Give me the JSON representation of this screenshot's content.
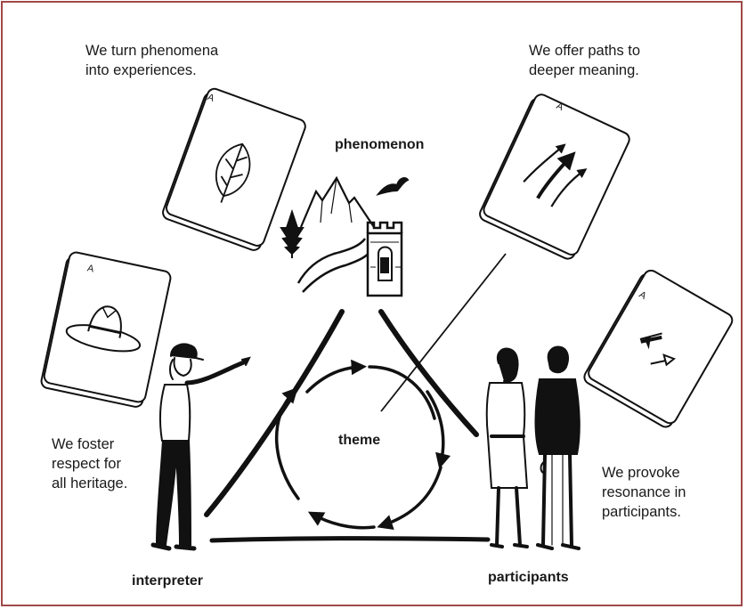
{
  "statements": {
    "phenomena": [
      "We turn phenomena",
      "into experiences."
    ],
    "meaning": [
      "We offer paths to",
      "deeper meaning."
    ],
    "respect": [
      "We foster",
      "respect for",
      "all heritage."
    ],
    "resonance": [
      "We provoke",
      "resonance in",
      "participants."
    ]
  },
  "labels": {
    "phenomenon": "phenomenon",
    "theme": "theme",
    "interpreter": "interpreter",
    "participants": "participants"
  },
  "cards": {
    "corner_letter": "A",
    "leaf_card_icon": "leaf-icon",
    "arrows_card_icon": "rising-arrows-icon",
    "hat_card_icon": "ranger-hat-icon",
    "swap_arrows_card_icon": "opposing-arrows-icon"
  },
  "colors": {
    "frame": "#a04848",
    "ink": "#111111"
  }
}
